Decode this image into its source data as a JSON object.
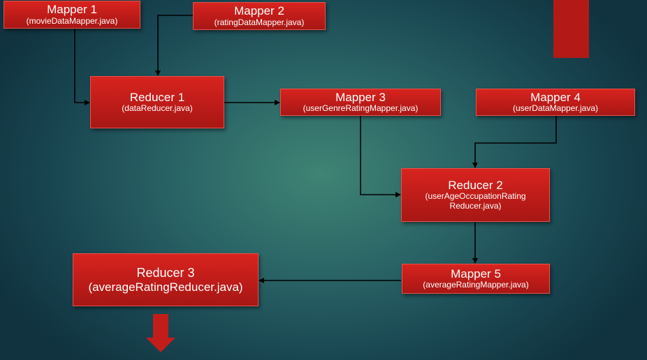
{
  "nodes": {
    "mapper1": {
      "title": "Mapper 1",
      "sub": "(movieDataMapper.java)"
    },
    "mapper2": {
      "title": "Mapper 2",
      "sub": "(ratingDataMapper.java)"
    },
    "reducer1": {
      "title": "Reducer 1",
      "sub": "(dataReducer.java)"
    },
    "mapper3": {
      "title": "Mapper 3",
      "sub": "(userGenreRatingMapper.java)"
    },
    "mapper4": {
      "title": "Mapper 4",
      "sub": "(userDataMapper.java)"
    },
    "reducer2": {
      "title": "Reducer 2",
      "sub1": "(userAgeOccupationRating",
      "sub2": "Reducer.java)"
    },
    "mapper5": {
      "title": "Mapper 5",
      "sub": "(averageRatingMapper.java)"
    },
    "reducer3": {
      "title": "Reducer 3",
      "sub": "(averageRatingReducer.java)"
    }
  },
  "edges": [
    {
      "from": "mapper1",
      "to": "reducer1"
    },
    {
      "from": "mapper2",
      "to": "reducer1"
    },
    {
      "from": "reducer1",
      "to": "mapper3"
    },
    {
      "from": "mapper3",
      "to": "reducer2"
    },
    {
      "from": "mapper4",
      "to": "reducer2"
    },
    {
      "from": "reducer2",
      "to": "mapper5"
    },
    {
      "from": "mapper5",
      "to": "reducer3"
    }
  ],
  "colors": {
    "box": "#c21d1a",
    "background": "#2a6466",
    "arrow": "#000000"
  }
}
